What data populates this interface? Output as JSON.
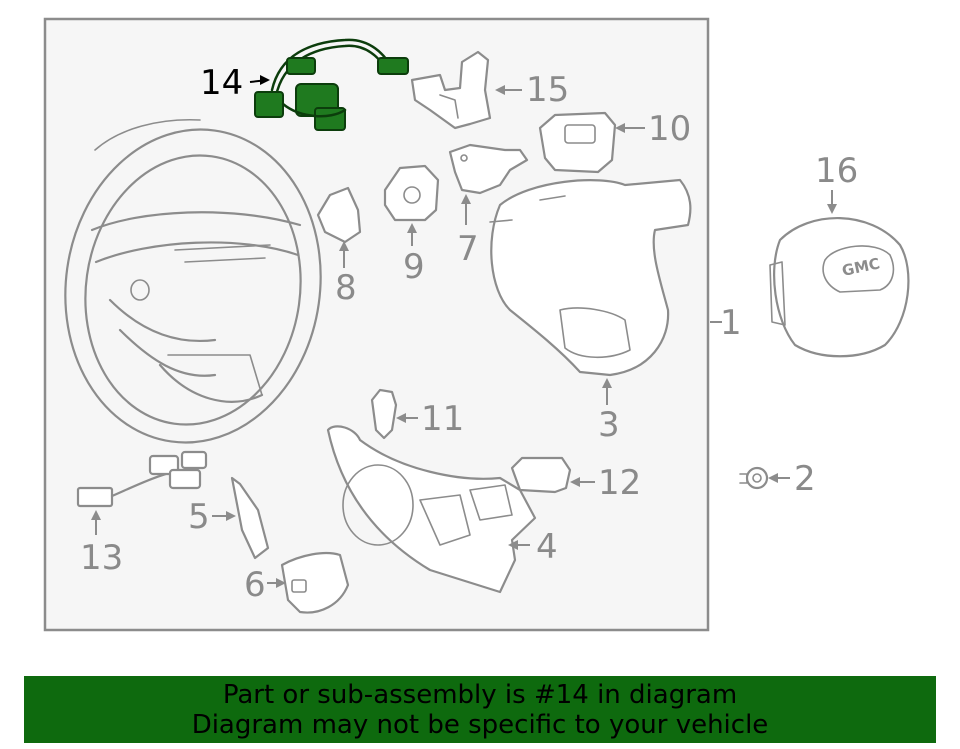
{
  "diagram": {
    "highlighted_part": "14",
    "callouts": {
      "c1": "1",
      "c2": "2",
      "c3": "3",
      "c4": "4",
      "c5": "5",
      "c6": "6",
      "c7": "7",
      "c8": "8",
      "c9": "9",
      "c10": "10",
      "c11": "11",
      "c12": "12",
      "c13": "13",
      "c14": "14",
      "c15": "15",
      "c16": "16"
    },
    "badge_text": "GMC",
    "colors": {
      "highlight": "#1f7a1f",
      "line": "#8c8c8c",
      "panel": "#f6f6f6",
      "banner": "#0e6a0e"
    }
  },
  "banner": {
    "line1": "Part or sub-assembly is #14 in diagram",
    "line2": "Diagram may not be specific to your vehicle"
  }
}
